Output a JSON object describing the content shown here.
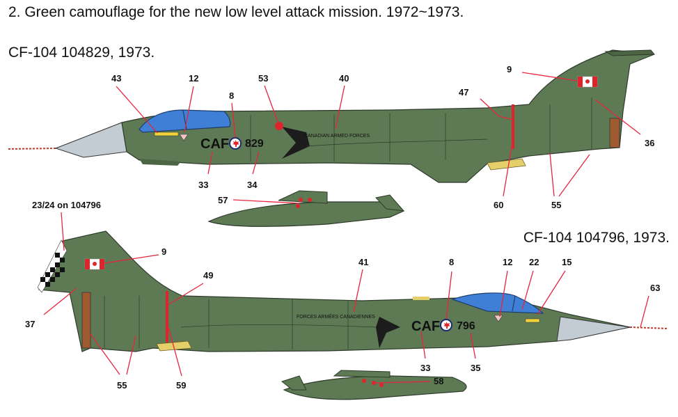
{
  "header": {
    "title": "2. Green camouflage for the new low level attack mission. 1972~1973.",
    "aircraft_top": "CF-104 104829, 1973.",
    "aircraft_bottom": "CF-104 104796, 1973."
  },
  "colors": {
    "camouflage_green": "#5e7a55",
    "camouflage_dark": "#4c6545",
    "canopy_blue": "#3f7fd6",
    "radome_grey": "#c2ccd2",
    "callout_line": "#e8243c",
    "roundel_blue": "#1a2a6c",
    "roundel_red": "#e0242c",
    "wing_yellow": "#e4cf6a",
    "checker_black": "#111111"
  },
  "top_aircraft": {
    "callouts": [
      "43",
      "12",
      "8",
      "53",
      "40",
      "9",
      "47",
      "36",
      "33",
      "34",
      "57",
      "60",
      "55"
    ],
    "markings": {
      "caf_text": "CAF",
      "serial": "829",
      "fuselage_text": "CANADIAN ARMED FORCES"
    }
  },
  "bottom_aircraft": {
    "callouts": [
      "23/24 on 104796",
      "9",
      "49",
      "41",
      "8",
      "12",
      "22",
      "15",
      "63",
      "37",
      "55",
      "59",
      "33",
      "35",
      "58"
    ],
    "markings": {
      "caf_text": "CAF",
      "serial": "796",
      "fuselage_text": "FORCES ARMÉES CANADIENNES"
    }
  }
}
